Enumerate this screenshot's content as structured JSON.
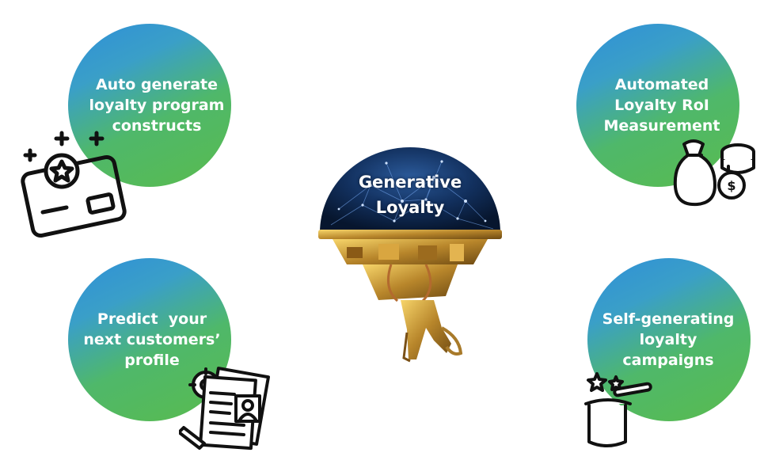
{
  "center": {
    "line1": "Generative",
    "line2": "Loyalty"
  },
  "nodes": [
    {
      "id": "top-left",
      "lines": [
        "Auto generate",
        "loyalty program",
        "constructs"
      ],
      "icon": "loyalty-card-icon"
    },
    {
      "id": "top-right",
      "lines": [
        "Automated",
        "Loyalty RoI",
        "Measurement"
      ],
      "icon": "money-bag-coins-icon"
    },
    {
      "id": "bottom-left",
      "lines": [
        "Predict  your",
        "next customers’",
        "profile"
      ],
      "icon": "profile-document-icon"
    },
    {
      "id": "bottom-right",
      "lines": [
        "Self-generating",
        "loyalty",
        "campaigns"
      ],
      "icon": "magic-hat-icon"
    }
  ],
  "colors": {
    "circle_top": "#2f8fd8",
    "circle_bottom": "#59bb4e",
    "text": "#ffffff",
    "icon_stroke": "#111111"
  }
}
